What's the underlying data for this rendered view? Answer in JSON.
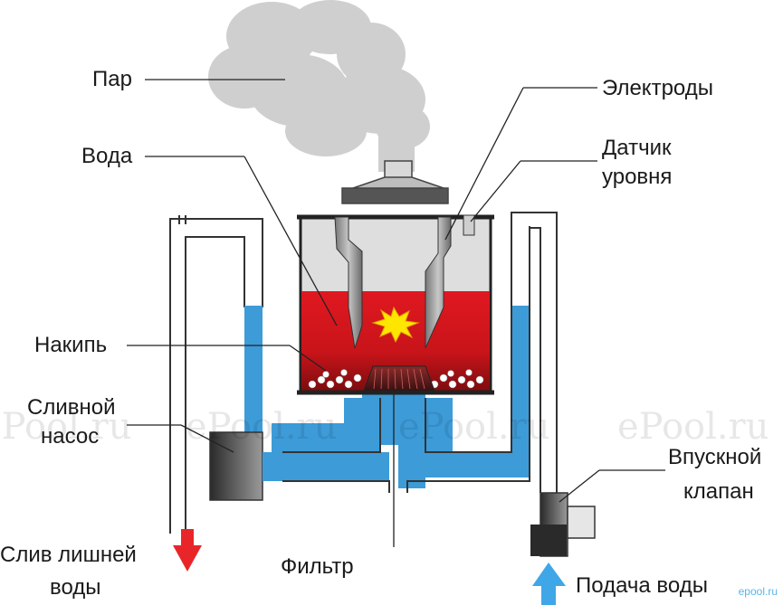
{
  "labels": {
    "steam": "Пар",
    "water": "Вода",
    "electrodes": "Электроды",
    "level_sensor_line1": "Датчик",
    "level_sensor_line2": "уровня",
    "scale": "Накипь",
    "drain_pump_line1": "Сливной",
    "drain_pump_line2": "насос",
    "inlet_valve_line1": "Впускной",
    "inlet_valve_line2": "клапан",
    "overflow_line1": "Слив лишней",
    "overflow_line2": "воды",
    "filter": "Фильтр",
    "water_supply": "Подача воды"
  },
  "watermarks": [
    "ePool.ru",
    "ePool.ru",
    "ePool.ru",
    "ePool.ru"
  ],
  "corner_mark": "epool.ru",
  "colors": {
    "water": "#3d9bd8",
    "hot_water": "#c8141a",
    "steam": "#cfcfcf",
    "drain_arrow": "#e8262a",
    "supply_arrow": "#3fa7e8",
    "pipe_outline": "#333333",
    "spark": "#ffe600"
  }
}
